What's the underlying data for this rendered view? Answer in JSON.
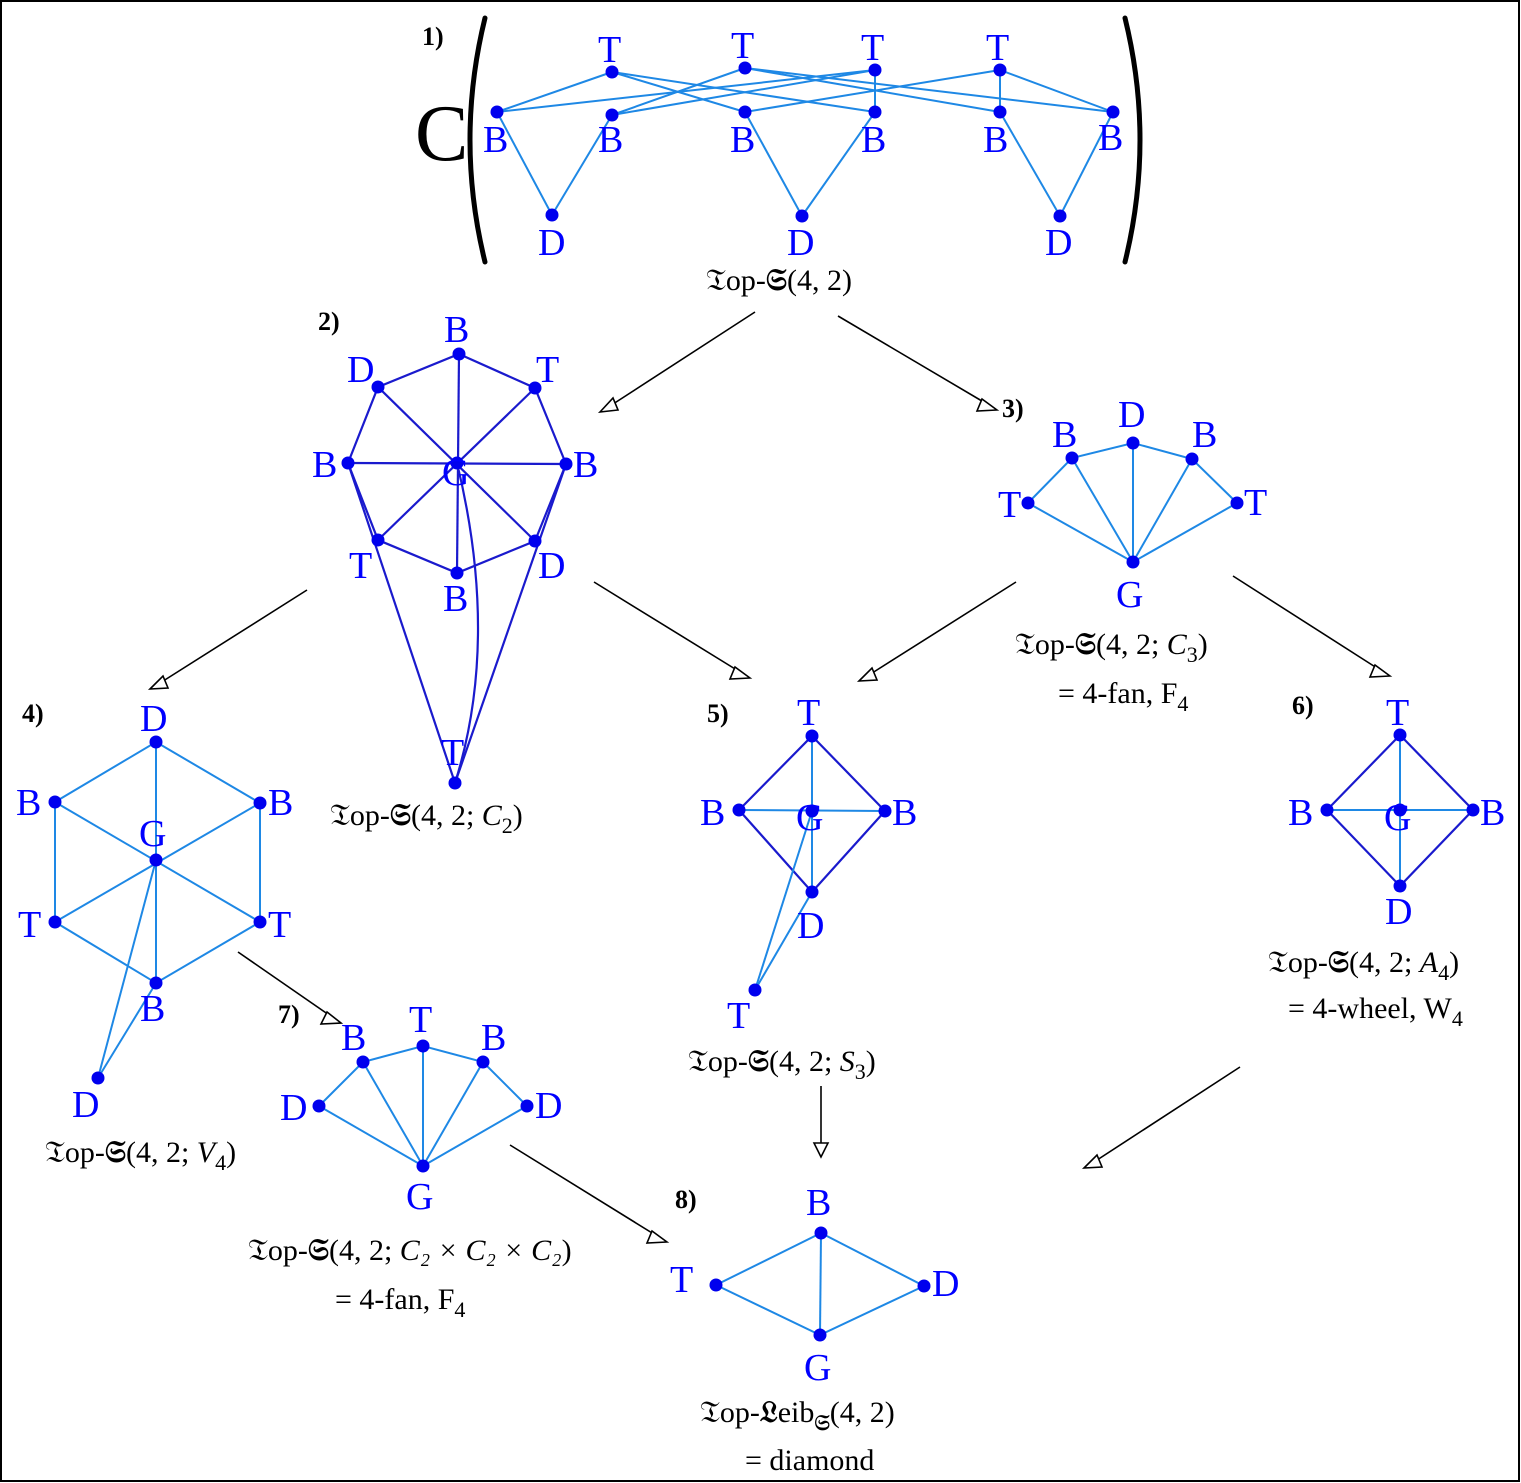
{
  "colors": {
    "node": "#0000ee",
    "edge_light": "#1e88e5",
    "edge_dark": "#1a1acd",
    "text": "#000000"
  },
  "outer_symbol": "C",
  "panels": [
    {
      "id": "p1",
      "number": "1)",
      "caption": {
        "frak": "𝔗",
        "mid": "op-",
        "frak2": "𝔖",
        "args": "(4, 2)",
        "sub": "",
        "tail": ""
      },
      "note": ""
    },
    {
      "id": "p2",
      "number": "2)",
      "caption": {
        "frak": "𝔗",
        "mid": "op-",
        "frak2": "𝔖",
        "args": "(4, 2; ",
        "group": "C",
        "sub": "2",
        "tail": ")"
      },
      "note": ""
    },
    {
      "id": "p3",
      "number": "3)",
      "caption": {
        "frak": "𝔗",
        "mid": "op-",
        "frak2": "𝔖",
        "args": "(4, 2; ",
        "group": "C",
        "sub": "3",
        "tail": ")"
      },
      "note": {
        "text": "= 4-fan, F",
        "sub": "4"
      }
    },
    {
      "id": "p4",
      "number": "4)",
      "caption": {
        "frak": "𝔗",
        "mid": "op-",
        "frak2": "𝔖",
        "args": "(4, 2;  ",
        "group": "V",
        "sub": "4",
        "tail": ")"
      },
      "note": ""
    },
    {
      "id": "p5",
      "number": "5)",
      "caption": {
        "frak": "𝔗",
        "mid": "op-",
        "frak2": "𝔖",
        "args": "(4, 2;  ",
        "group": "S",
        "sub": "3",
        "tail": ")"
      },
      "note": ""
    },
    {
      "id": "p6",
      "number": "6)",
      "caption": {
        "frak": "𝔗",
        "mid": "op-",
        "frak2": "𝔖",
        "args": "(4, 2; ",
        "group": "A",
        "sub": "4",
        "tail": ")"
      },
      "note": {
        "text": "= 4-wheel, W",
        "sub": "4"
      }
    },
    {
      "id": "p7",
      "number": "7)",
      "caption": {
        "frak": "𝔗",
        "mid": "op-",
        "frak2": "𝔖",
        "args": "(4, 2; ",
        "group": "C₂ × C₂ × C₂",
        "sub": "",
        "tail": ")"
      },
      "note": {
        "text": "= 4-fan, F",
        "sub": "4"
      }
    },
    {
      "id": "p8",
      "number": "8)",
      "caption": {
        "frak": "𝔗",
        "mid": "op-",
        "frak2": "𝔏",
        "word": "eib",
        "frak3": "𝔖",
        "args": "(4, 2)"
      },
      "note": {
        "text": "= diamond",
        "sub": ""
      }
    }
  ],
  "node_labels": {
    "T": "T",
    "B": "B",
    "D": "D",
    "G": "G"
  }
}
